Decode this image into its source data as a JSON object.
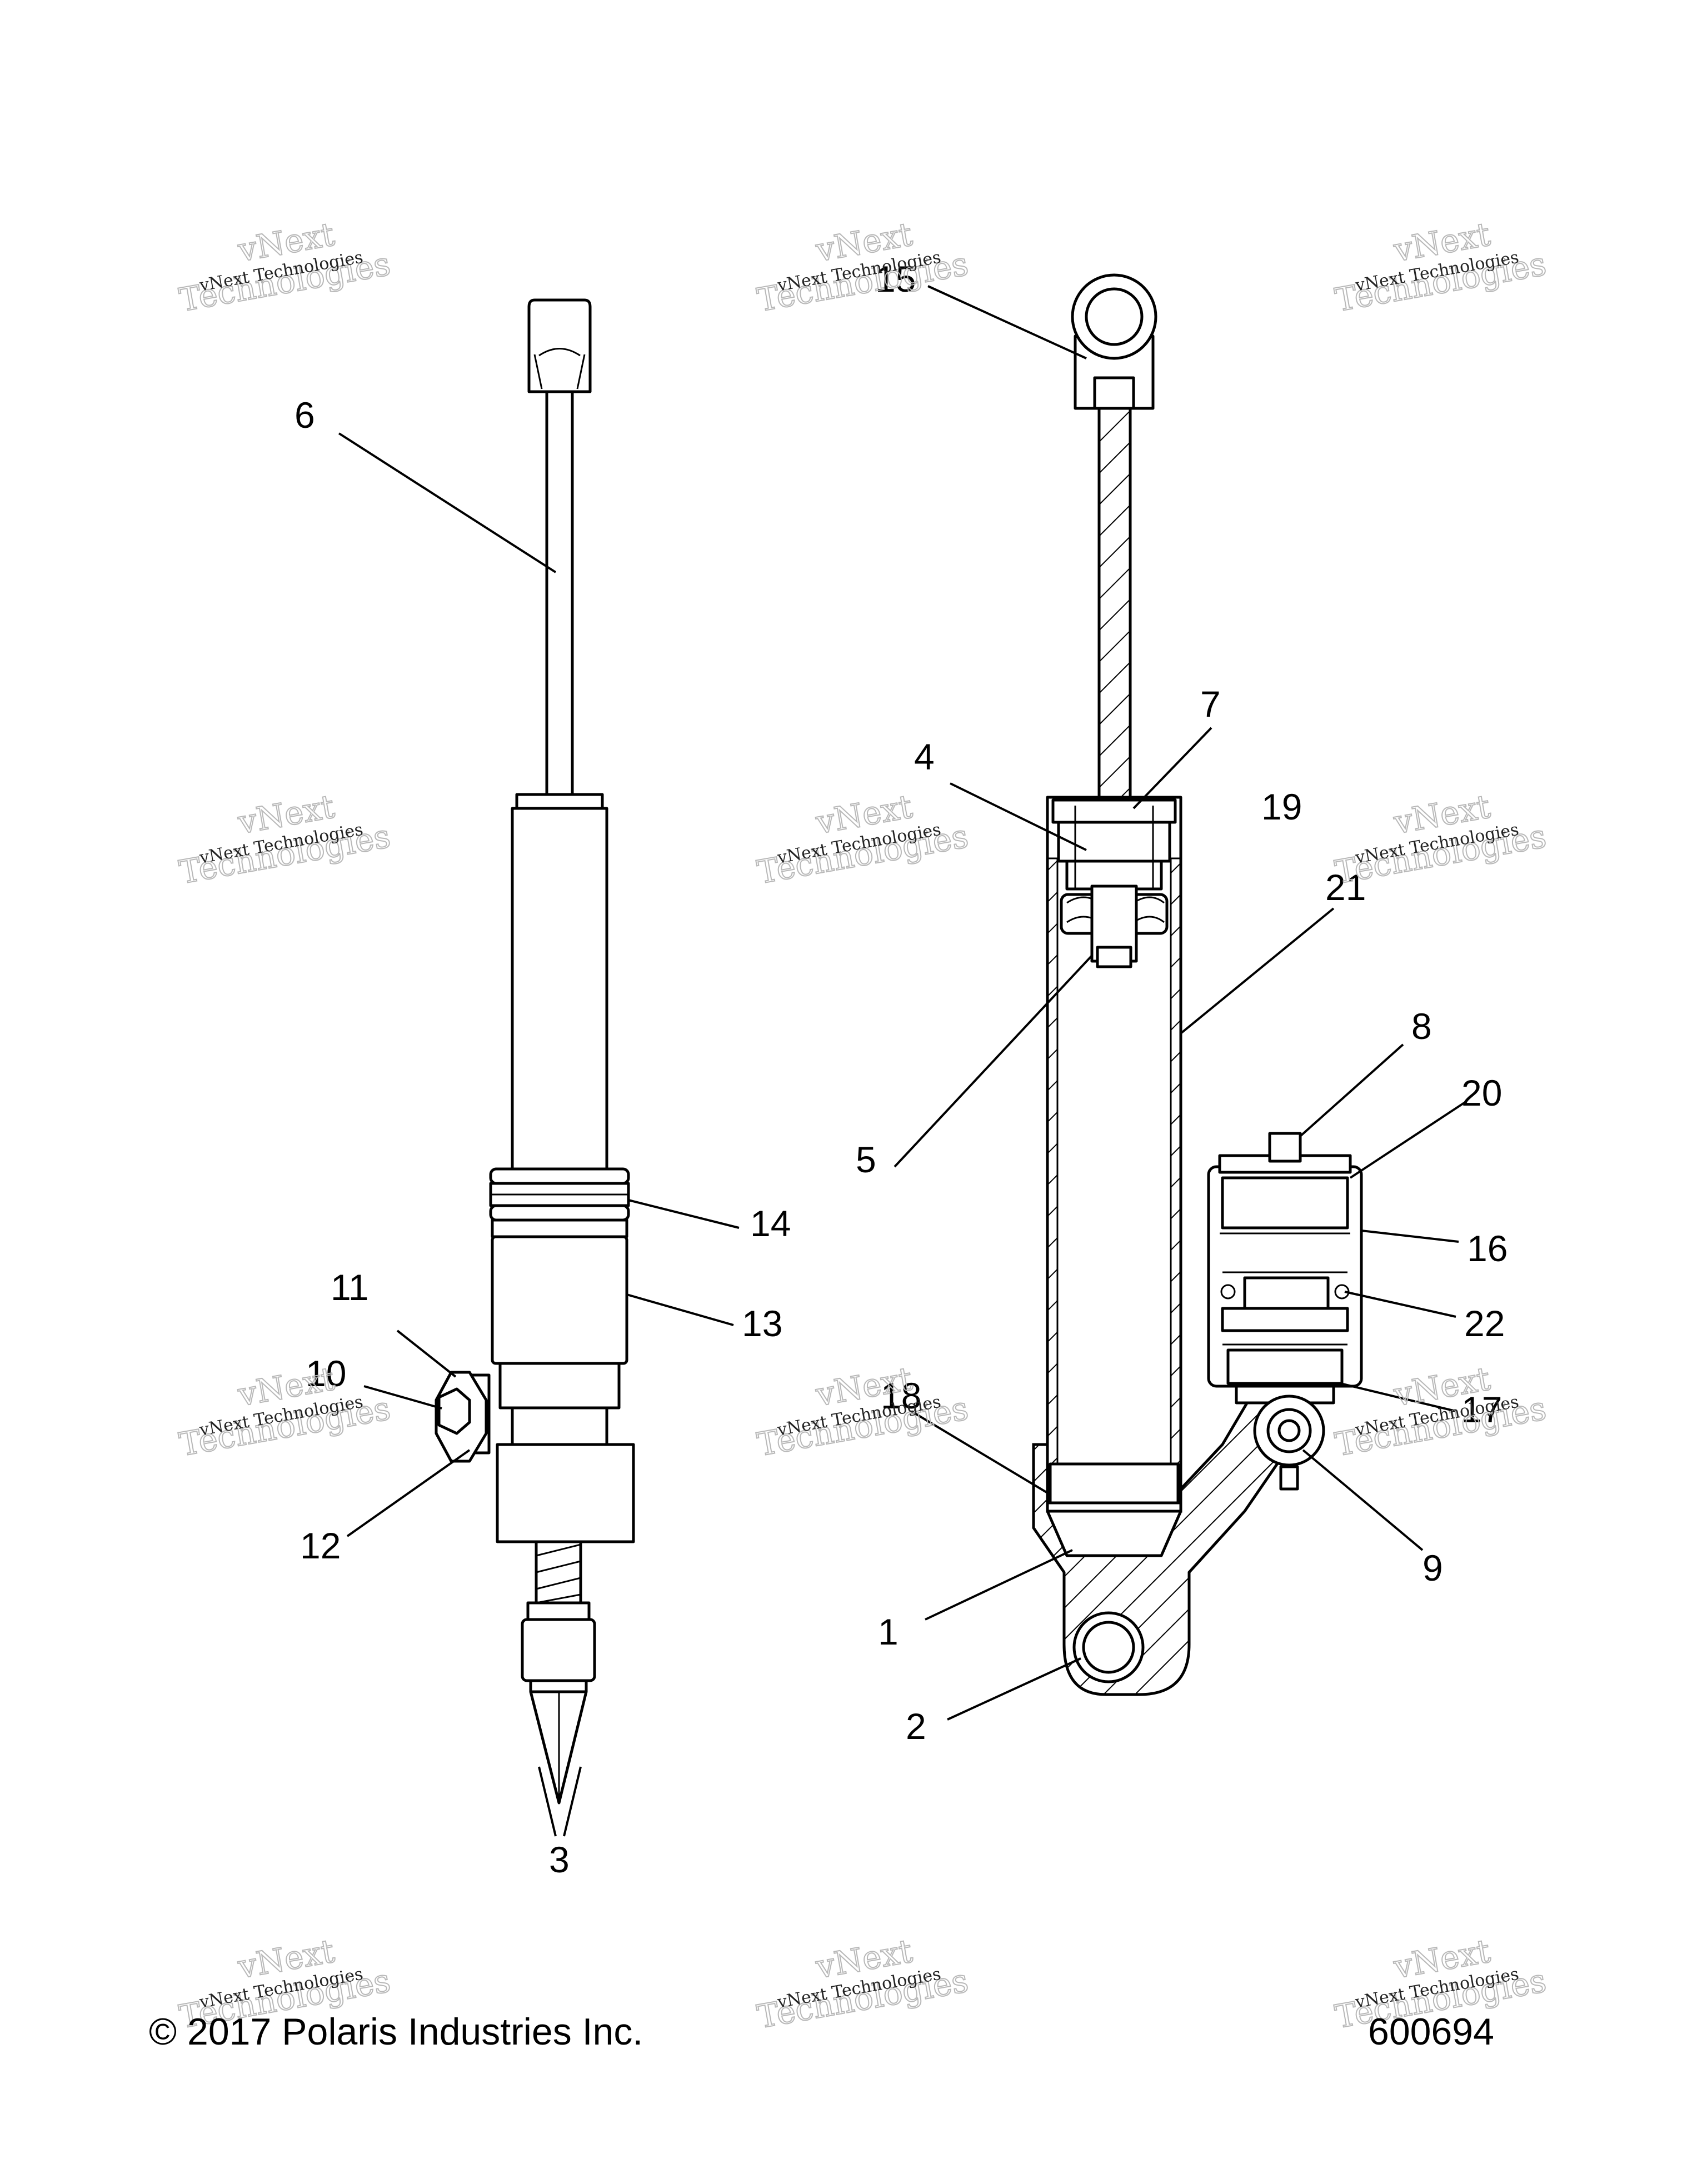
{
  "watermark": {
    "line1": "vNext Technologies",
    "line2": "Technologies",
    "line3": "vNext"
  },
  "callouts": {
    "c1": "1",
    "c2": "2",
    "c3": "3",
    "c4": "4",
    "c5": "5",
    "c6": "6",
    "c7": "7",
    "c8": "8",
    "c9": "9",
    "c10": "10",
    "c11": "11",
    "c12": "12",
    "c13": "13",
    "c14": "14",
    "c15": "15",
    "c16": "16",
    "c17": "17",
    "c18": "18",
    "c19": "19",
    "c20": "20",
    "c21": "21",
    "c22": "22"
  },
  "footer": {
    "copyright": "© 2017 Polaris Industries Inc.",
    "figure_number": "600694"
  },
  "colors": {
    "line": "#000000",
    "background": "#ffffff",
    "watermark": "#b8b8b8"
  }
}
